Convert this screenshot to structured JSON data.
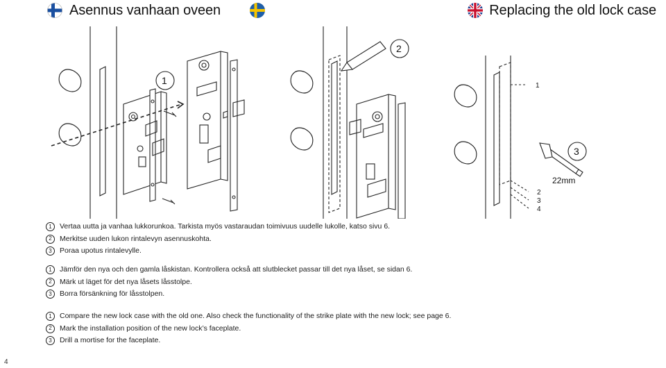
{
  "header": {
    "title_fi": "Asennus vanhaan oveen",
    "title_en": "Replacing the old lock case",
    "flags": [
      "finland-flag",
      "sweden-flag",
      "uk-flag"
    ]
  },
  "illustration": {
    "callout_1": "1",
    "callout_2": "2",
    "callout_3": "3",
    "measure": "22mm",
    "steps_label_1": "1",
    "steps_label_2": "2",
    "steps_label_3": "3",
    "steps_label_4": "4"
  },
  "instructions": {
    "fi": [
      {
        "num": "1",
        "text": "Vertaa uutta ja vanhaa lukkorunkoa. Tarkista myös vastaraudan toimivuus uudelle lukolle, katso sivu 6."
      },
      {
        "num": "2",
        "text": "Merkitse uuden lukon rintalevyn asennuskohta."
      },
      {
        "num": "3",
        "text": "Poraa upotus rintalevylle."
      }
    ],
    "sv": [
      {
        "num": "1",
        "text": "Jämför den nya och den gamla låskistan. Kontrollera också att slutblecket passar till det nya låset, se sidan 6."
      },
      {
        "num": "2",
        "text": "Märk ut läget för det nya låsets lås­stolpe."
      },
      {
        "num": "3",
        "text": "Borra försänkning för låsstolpen."
      }
    ],
    "en": [
      {
        "num": "1",
        "text": "Compare the new lock case with the old one. Also check the functionality of the strike plate with the new lock; see page 6."
      },
      {
        "num": "2",
        "text": "Mark the installation position of the new lock’s faceplate."
      },
      {
        "num": "3",
        "text": "Drill a mortise for the faceplate."
      }
    ]
  },
  "footer": {
    "page_number": "4"
  }
}
